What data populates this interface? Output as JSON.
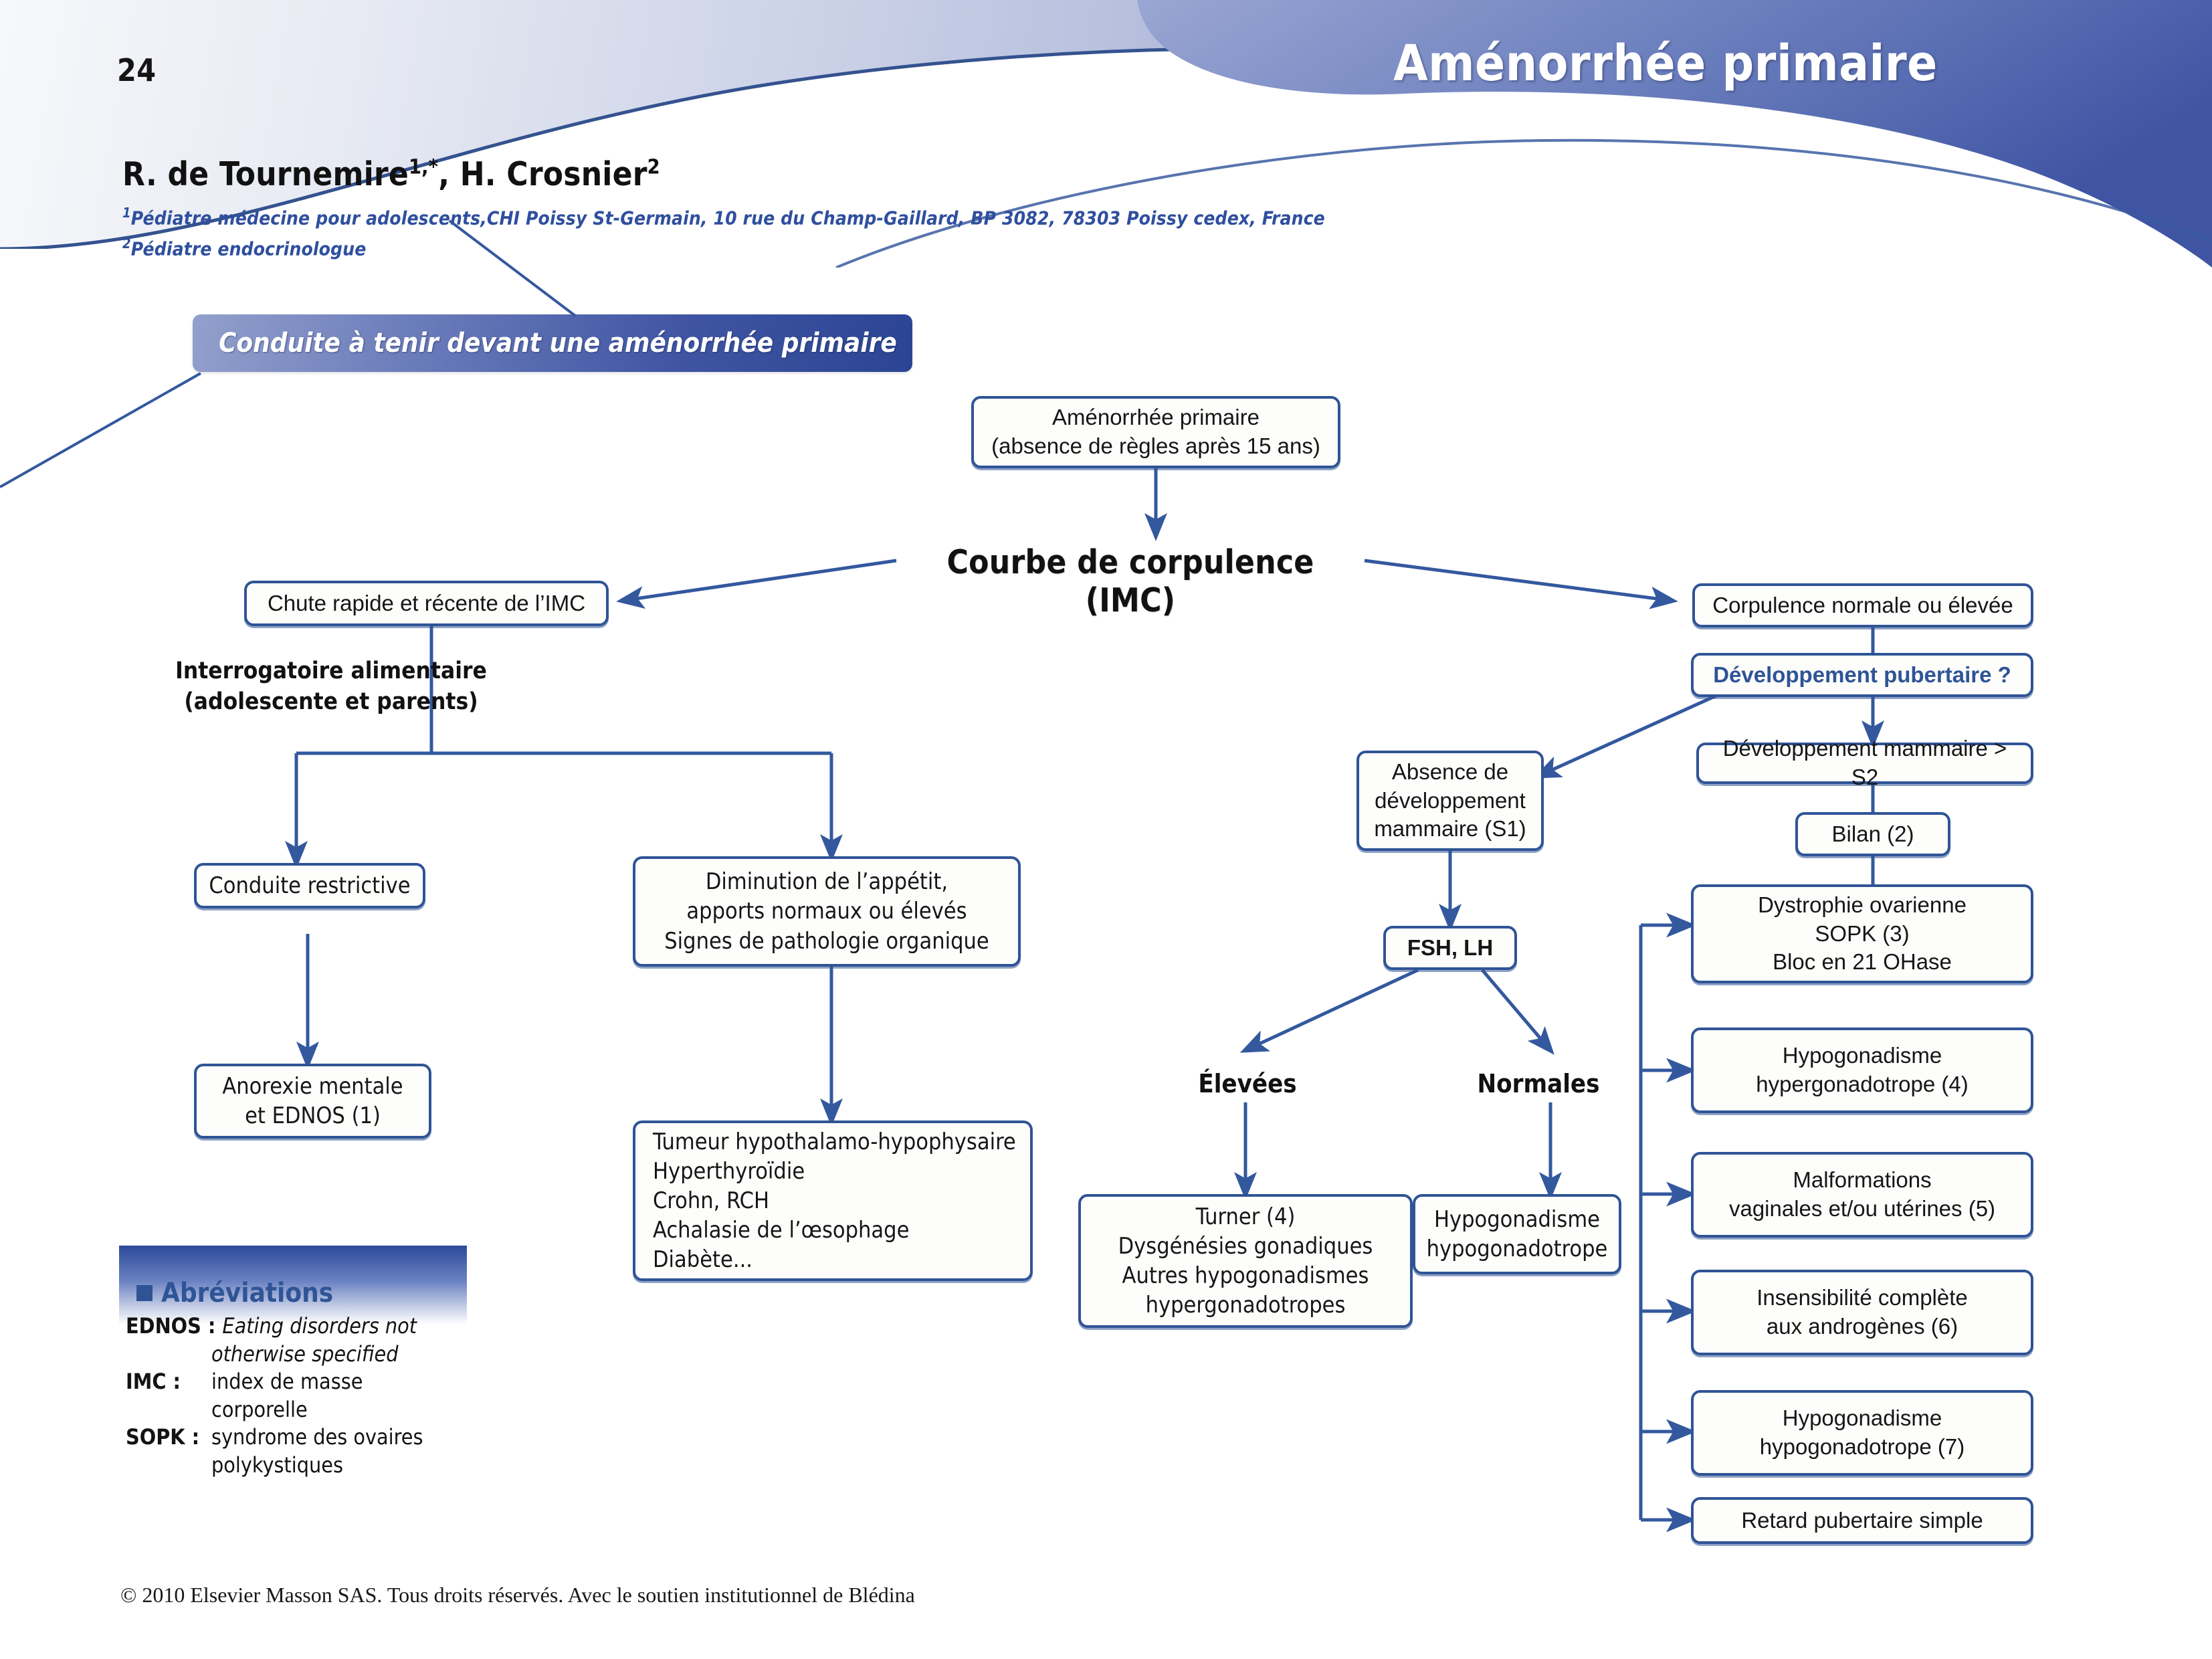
{
  "header": {
    "page_number": "24",
    "title": "Aménorrhée primaire",
    "authors": "R. de Tournemire",
    "authors_sup1": "1,*",
    "authors_mid": ", H. Crosnier",
    "authors_sup2": "2",
    "affiliation_1_sup": "1",
    "affiliation_1": "Pédiatre médecine pour adolescents,CHI Poissy St-Germain, 10 rue du Champ-Gaillard, BP 3082, 78303 Poissy cedex, France",
    "affiliation_2_sup": "2",
    "affiliation_2": "Pédiatre endocrinologue"
  },
  "ribbon": {
    "label": "Conduite à tenir devant une aménorrhée primaire"
  },
  "flowchart": {
    "nodes": {
      "amenorrhee_primaire": "Aménorrhée primaire\n(absence de règles après 15 ans)",
      "courbe_corpulence": "Courbe de corpulence  (IMC)",
      "chute_imc": "Chute rapide et récente de l’IMC",
      "corpulence_normale": "Corpulence normale ou élevée",
      "interrogatoire": "Interrogatoire alimentaire\n(adolescente et parents)",
      "developpement_pubertaire": "Développement pubertaire ?",
      "absence_mammaire": "Absence de\ndéveloppement\nmammaire (S1)",
      "developpement_mammaire_s2": "Développement mammaire > S2",
      "bilan": "Bilan (2)",
      "conduite_restrictive": "Conduite restrictive",
      "diminution_appetit": "Diminution de l’appétit,\napports normaux ou élevés\nSignes de pathologie organique",
      "fsh_lh": "FSH, LH",
      "dystrophie": "Dystrophie ovarienne\nSOPK (3)\nBloc en 21 OHase",
      "anorexie": "Anorexie mentale\net EDNOS (1)",
      "elevees": "Élevées",
      "normales": "Normales",
      "hypogonadisme_hyper": "Hypogonadisme\nhypergonadotrope (4)",
      "tumeur_list": "Tumeur hypothalamo-hypophysaire\nHyperthyroïdie\nCrohn, RCH\nAchalasie de l’œsophage\nDiabète...",
      "turner": "Turner (4)\nDysgénésies gonadiques\nAutres hypogonadismes\nhypergonadotropes",
      "hypogonadisme_hypo": "Hypogonadisme\nhypogonadotrope",
      "malformations": "Malformations\nvaginales et/ou utérines (5)",
      "insensibilite": "Insensibilité complète\naux androgènes (6)",
      "hypogonadisme_hypo_7": "Hypogonadisme\nhypogonadotrope (7)",
      "retard_pubertaire": "Retard pubertaire simple"
    }
  },
  "abbreviations": {
    "heading": "Abréviations",
    "entries": [
      {
        "key": "EDNOS :",
        "value": "Eating disorders not",
        "cont": "otherwise specified",
        "italic": true
      },
      {
        "key": "IMC :",
        "value": "index de masse",
        "cont": "corporelle",
        "italic": false
      },
      {
        "key": "SOPK :",
        "value": "syndrome des ovaires",
        "cont": "polykystiques",
        "italic": false
      }
    ]
  },
  "footer": {
    "copyright": "© 2010 Elsevier Masson SAS. Tous droits réservés. Avec le soutien institutionnel de Blédina"
  },
  "colors": {
    "brand_blue": "#2f5496",
    "line_blue": "#33589e",
    "header_gradient_start": "#f7f8fb",
    "header_gradient_end": "#8b99c9"
  }
}
